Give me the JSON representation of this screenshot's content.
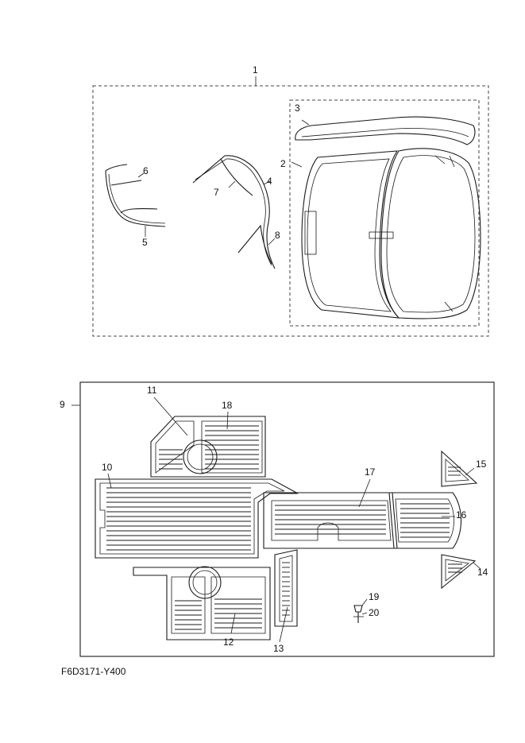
{
  "callouts": [
    "1",
    "2",
    "3",
    "4",
    "5",
    "6",
    "7",
    "8",
    "9",
    "10",
    "11",
    "12",
    "13",
    "14",
    "15",
    "16",
    "17",
    "18",
    "19",
    "20"
  ],
  "drawing_code": "F6D3171-Y400"
}
